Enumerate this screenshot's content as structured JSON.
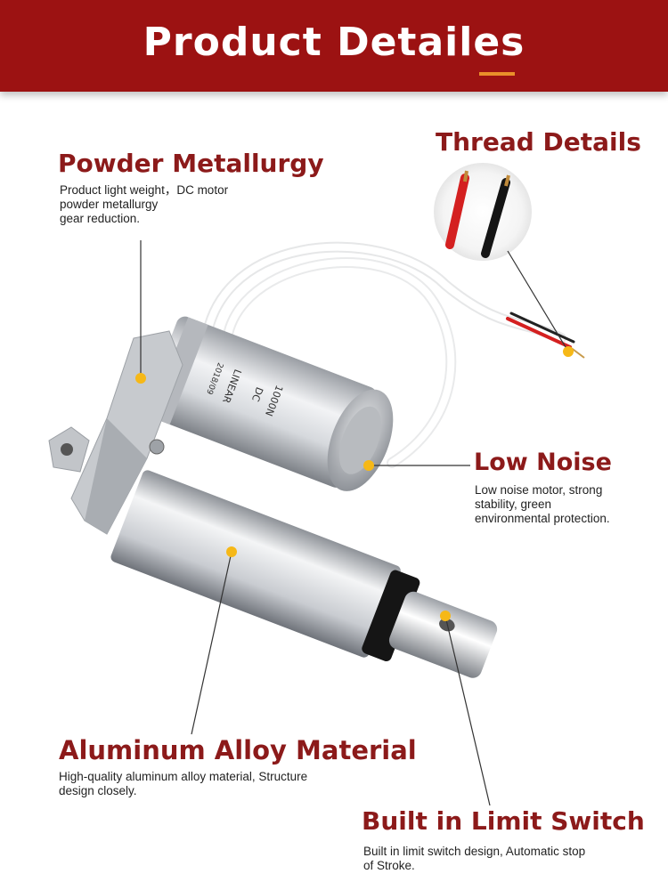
{
  "header": {
    "title": "Product Detailes",
    "background_color": "#9c1212",
    "accent_color": "#e9902a"
  },
  "features": {
    "powder_metallurgy": {
      "title": "Powder Metallurgy",
      "description": "Product light weight，DC motor\npowder metallurgy\ngear reduction."
    },
    "thread_details": {
      "title": "Thread Details"
    },
    "low_noise": {
      "title": "Low Noise",
      "description": "Low noise motor, strong\nstability, green\nenvironmental protection."
    },
    "aluminum_alloy": {
      "title": "Aluminum Alloy Material",
      "description": "High-quality aluminum alloy material, Structure\ndesign closely."
    },
    "limit_switch": {
      "title": "Built in Limit Switch",
      "description": "Built in limit switch design, Automatic stop\nof Stroke."
    }
  },
  "product_label": {
    "line1": "LINEAR",
    "line2": "DC",
    "line3": "1000N",
    "line4": "2018/09"
  },
  "colors": {
    "title_red": "#8c1a1a",
    "marker_yellow": "#f6b817",
    "wire_red": "#d42020"
  },
  "icons": [
    "marker-dot",
    "wire-callout-image"
  ]
}
